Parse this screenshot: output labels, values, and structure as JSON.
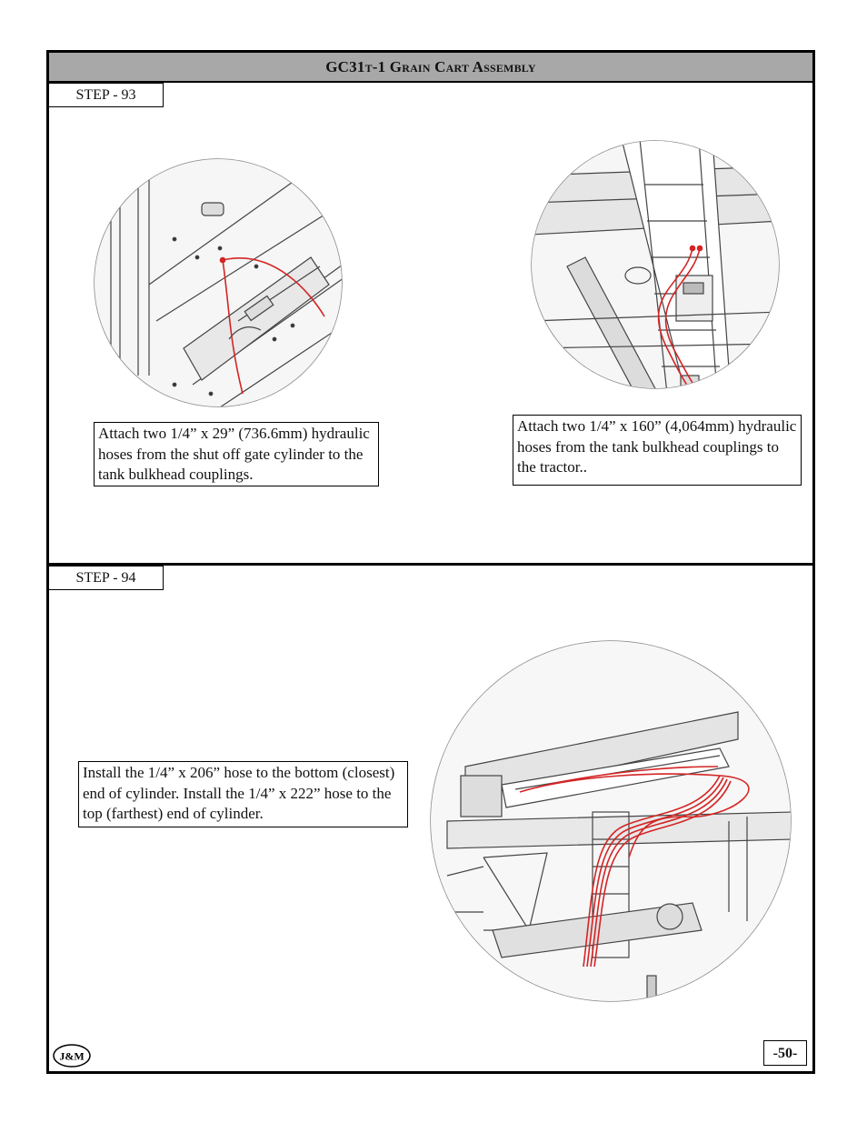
{
  "header": {
    "title_prefix": "GC31",
    "title_suffix": "t-1 Grain Cart Assembly"
  },
  "step93": {
    "label": "STEP - 93",
    "note_left": "Attach two 1/4” x 29” (736.6mm) hydraulic hoses from the shut off gate cylinder to the tank bulkhead couplings.",
    "note_right": "Attach two 1/4” x 160” (4,064mm) hydraulic hoses from the tank bulkhead couplings to the tractor.."
  },
  "step94": {
    "label": "STEP - 94",
    "note": "Install the 1/4” x 206” hose to the bottom (closest) end of cylinder. Install the 1/4” x 222” hose to the top (farthest) end of cylinder."
  },
  "footer": {
    "page_number": "-50-",
    "logo_text": "J&M"
  },
  "colors": {
    "title_bar": "#a8a8a8",
    "hose": "#d42424"
  }
}
